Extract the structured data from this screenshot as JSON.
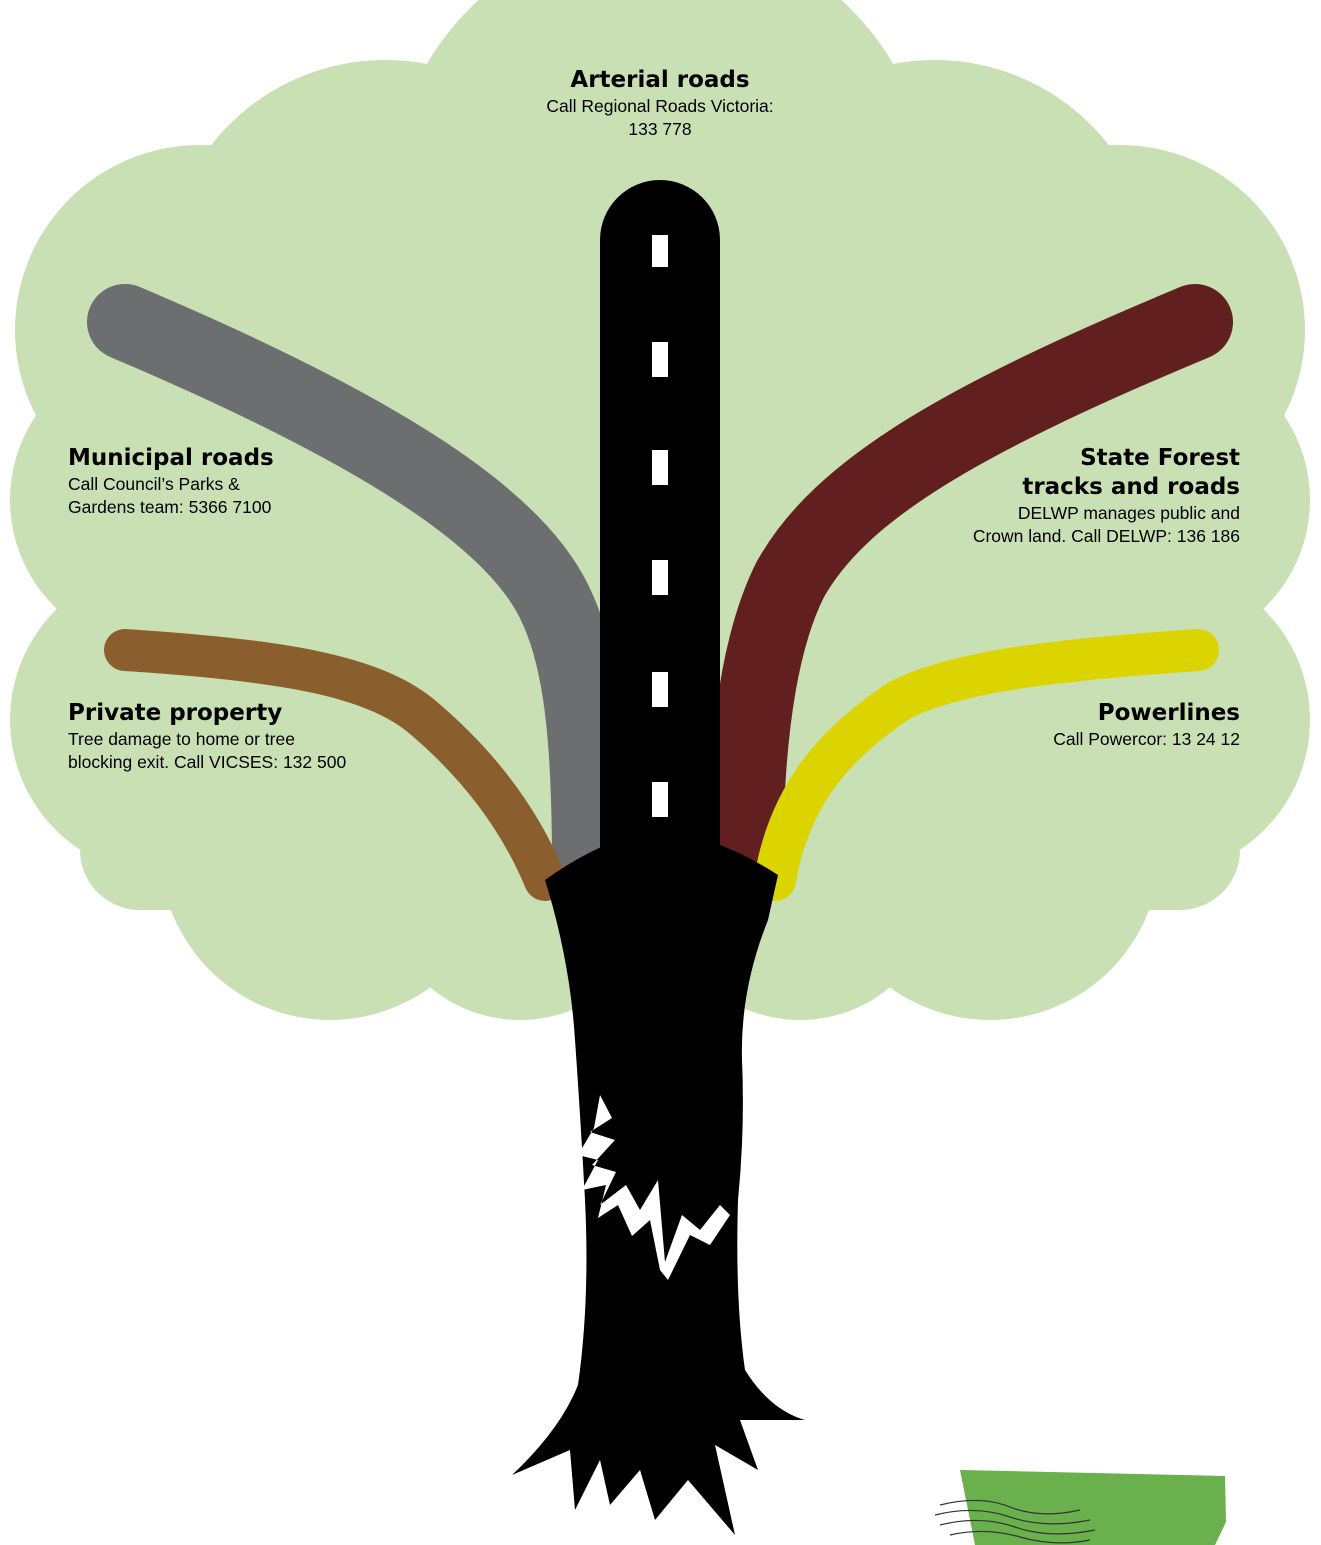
{
  "colors": {
    "canopy": "#c9e0b4",
    "arterial": "#000000",
    "municipal": "#6d6e70",
    "private": "#8b5e2e",
    "state_forest": "#621f1f",
    "powerlines": "#dcd400",
    "trunk": "#000000",
    "grass": "#6ab04c",
    "lane_marking": "#ffffff"
  },
  "labels": {
    "arterial": {
      "title": "Arterial roads",
      "desc1": "Call Regional Roads Victoria:",
      "desc2": "133 778"
    },
    "municipal": {
      "title": "Municipal roads",
      "desc1": "Call Council’s Parks &",
      "desc2": "Gardens team: 5366 7100"
    },
    "private": {
      "title": "Private property",
      "desc1": "Tree damage to home or tree",
      "desc2": "blocking exit. Call VICSES: 132 500"
    },
    "state_forest": {
      "title1": "State Forest",
      "title2": "tracks and roads",
      "desc1": "DELWP manages public and",
      "desc2": "Crown land. Call DELWP: 136 186"
    },
    "powerlines": {
      "title": "Powerlines",
      "desc1": "Call Powercor: 13 24 12"
    }
  }
}
